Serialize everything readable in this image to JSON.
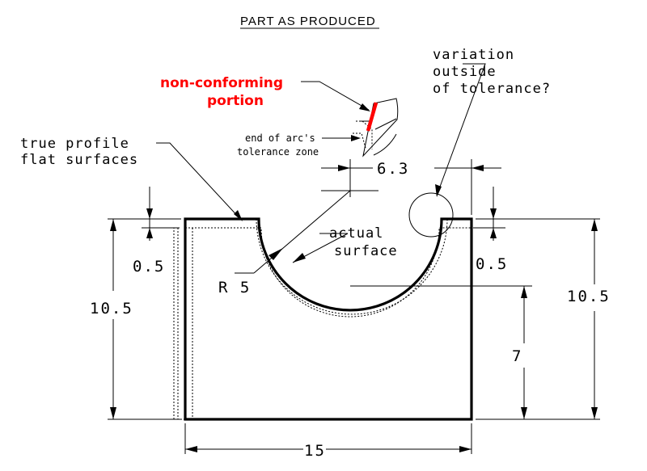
{
  "drawing": {
    "title": "PART AS PRODUCED",
    "callouts": {
      "non_conforming_line1": "non-conforming",
      "non_conforming_line2": "portion",
      "variation_line1": "variation",
      "variation_line2": "outside",
      "variation_line3": "of tolerance?",
      "true_profile_line1": "true profile",
      "true_profile_line2": "flat surfaces",
      "end_arc_line1": "end of arc's",
      "end_arc_line2": "tolerance zone",
      "actual_line1": "actual",
      "actual_line2": "surface"
    },
    "dimensions": {
      "arc_offset": "6.3",
      "left_tolerance": "0.5",
      "right_tolerance": "0.5",
      "radius": "R 5",
      "left_height": "10.5",
      "right_height": "10.5",
      "arc_bottom_height": "7",
      "overall_width": "15"
    },
    "colors": {
      "line": "#000000",
      "highlight": "#ff0000"
    }
  }
}
